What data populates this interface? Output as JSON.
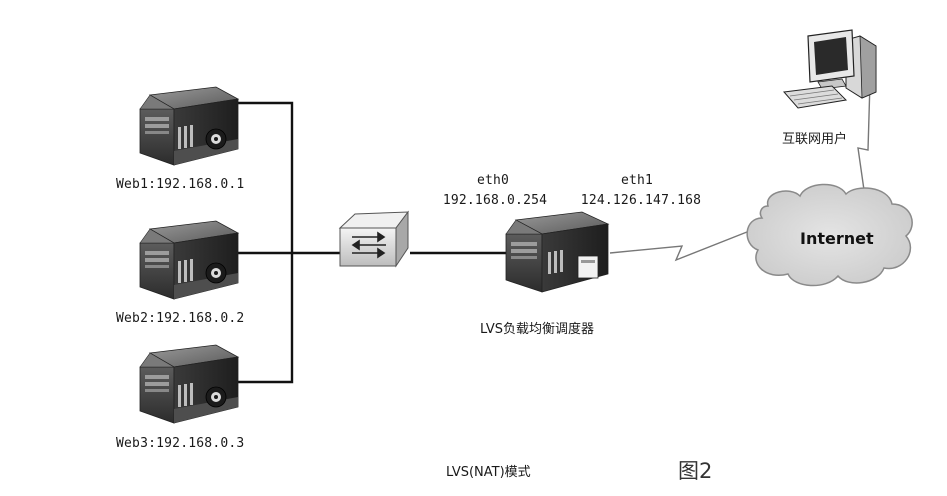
{
  "servers": [
    {
      "label": "Web1:192.168.0.1"
    },
    {
      "label": "Web2:192.168.0.2"
    },
    {
      "label": "Web3:192.168.0.3"
    }
  ],
  "director": {
    "eth0_name": "eth0",
    "eth0_ip": "192.168.0.254",
    "eth1_name": "eth1",
    "eth1_ip": "124.126.147.168",
    "label": "LVS负载均衡调度器"
  },
  "internet": {
    "label": "Internet"
  },
  "client": {
    "label": "互联网用户"
  },
  "caption": {
    "mode": "LVS(NAT)模式",
    "figure": "图2"
  },
  "colors": {
    "line": "#111111",
    "server_dark": "#3a3a3a",
    "server_mid": "#6b6b6b",
    "cloud_fill": "#d8d8d8",
    "cloud_stroke": "#8a8a8a"
  }
}
